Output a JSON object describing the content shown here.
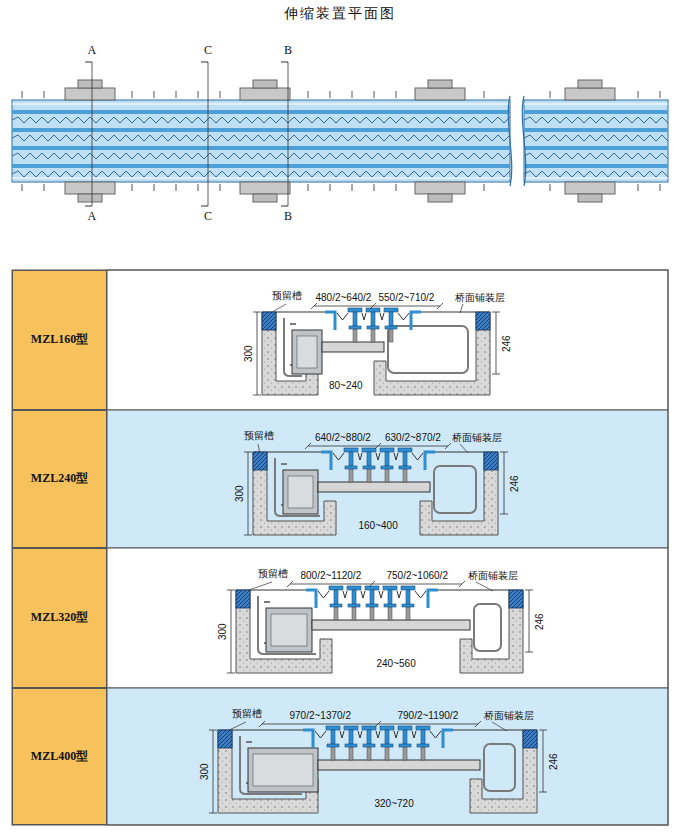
{
  "diagram": {
    "title": "伸缩装置平面图",
    "nodes": [
      {
        "text": [
          "MZL160型"
        ]
      },
      {
        "text": [
          "MZL240型"
        ]
      },
      {
        "text": [
          "MZL320型"
        ]
      },
      {
        "text": [
          "MZL400型"
        ]
      }
    ],
    "labels": [
      "A",
      "C",
      "B",
      "A",
      "C",
      "B",
      "预留槽",
      "480/2~640/2",
      "550/2~710/2",
      "桥面铺装层",
      "300",
      "246",
      "80~240",
      "预留槽",
      "640/2~880/2",
      "630/2~870/2",
      "桥面铺装层",
      "300",
      "246",
      "160~400",
      "预留槽",
      "800/2~1120/2",
      "750/2~1060/2",
      "桥面铺装层",
      "300",
      "246",
      "240~560",
      "预留槽",
      "970/2~1370/2",
      "790/2~1190/2",
      "桥面铺装层",
      "300",
      "246",
      "320~720"
    ]
  }
}
